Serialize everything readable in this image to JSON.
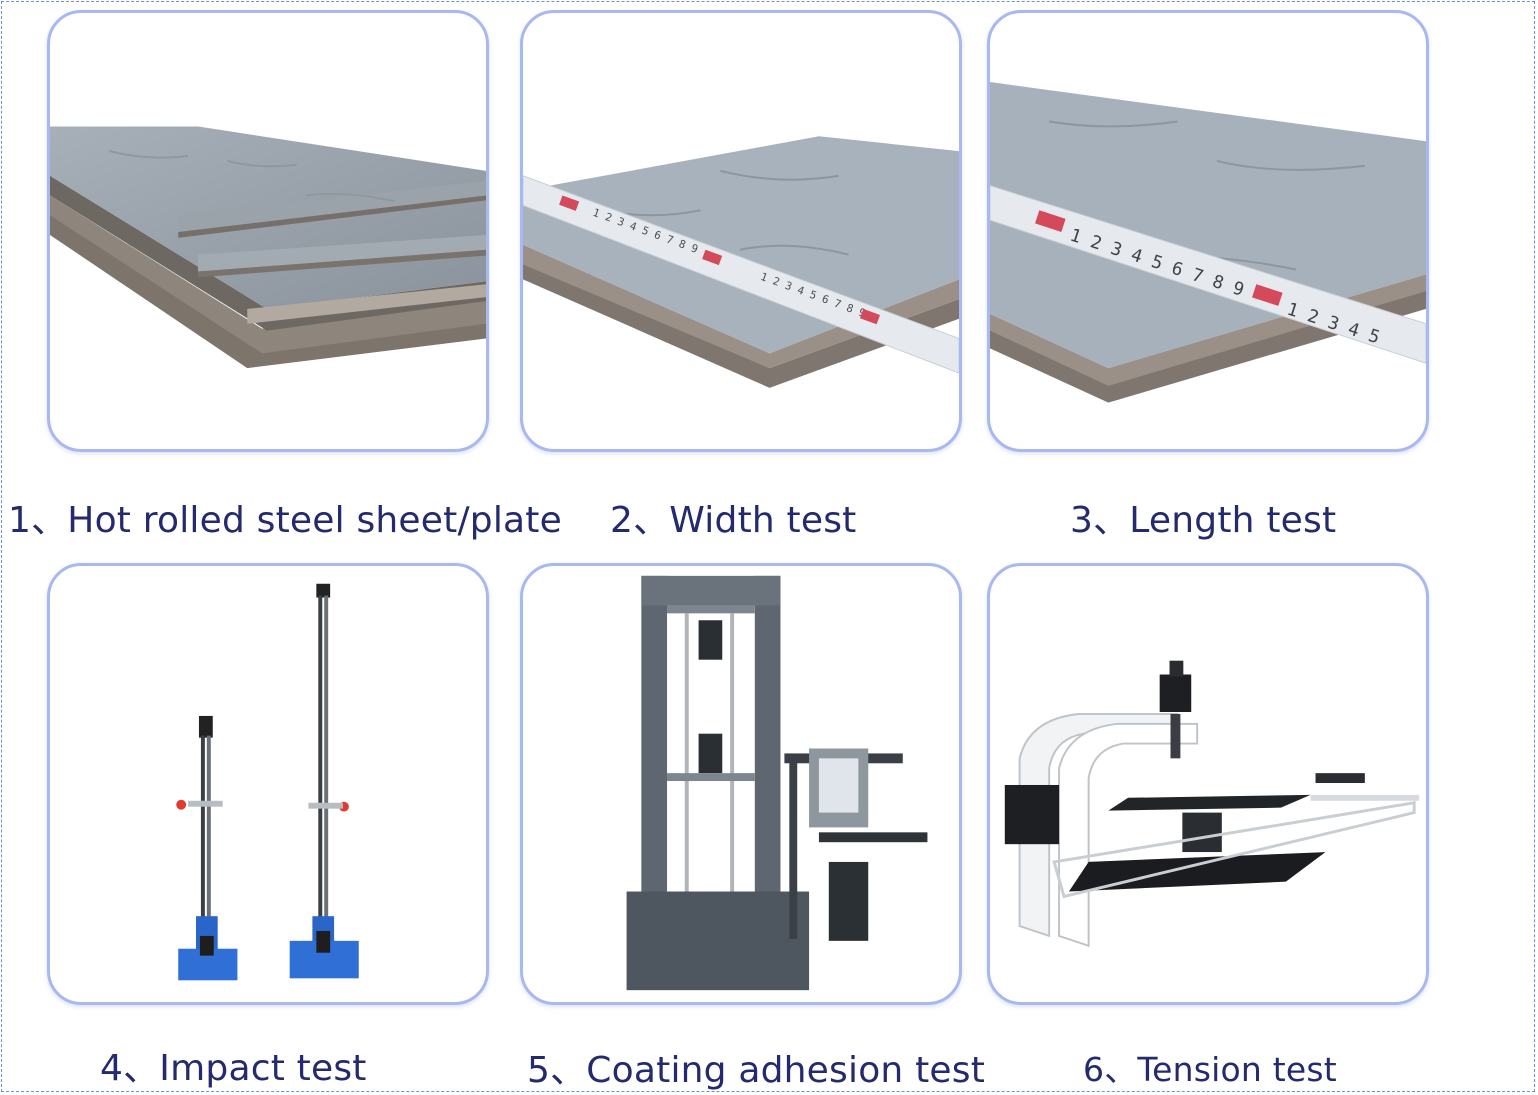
{
  "captions": [
    "1、Hot rolled steel sheet/plate",
    "2、Width test",
    "3、Length test",
    "4、Impact test",
    "5、Coating adhesion test",
    "6、Tension test"
  ],
  "colors": {
    "card_border": "#a8b8f0",
    "caption_text": "#242a6e",
    "frame_border": "#6f8fcf"
  }
}
